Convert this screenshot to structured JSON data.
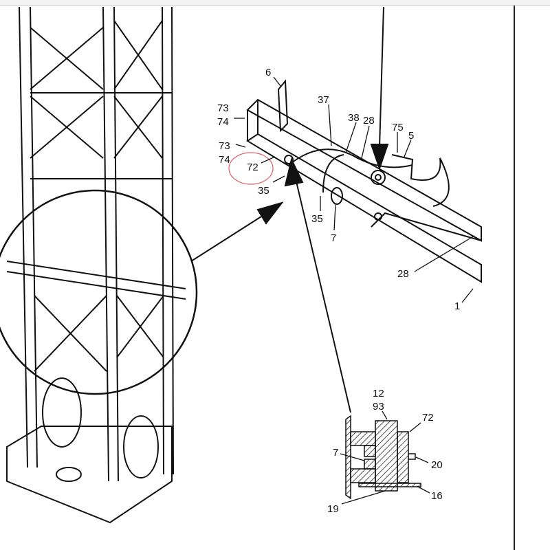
{
  "diagram": {
    "callouts": {
      "c6": "6",
      "c73a": "73",
      "c74a": "74",
      "c73b": "73",
      "c74b": "74",
      "c72": "72",
      "c35a": "35",
      "c35b": "35",
      "c37": "37",
      "c38": "38",
      "c28a": "28",
      "c75": "75",
      "c5": "5",
      "c7": "7",
      "c28b": "28",
      "c1": "1"
    },
    "detail_callouts": {
      "c12": "12",
      "c93": "93",
      "c72": "72",
      "c7": "7",
      "c20": "20",
      "c16": "16",
      "c19": "19"
    },
    "highlight_color": "#e06060",
    "line_color": "#111111"
  }
}
